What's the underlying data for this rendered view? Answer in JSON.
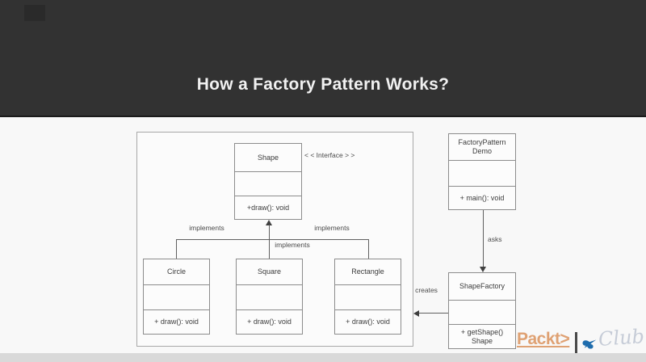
{
  "slide": {
    "title": "How a Factory Pattern Works?"
  },
  "diagram": {
    "interface_label": "< < Interface > >",
    "classes": {
      "shape": {
        "name": "Shape",
        "method": "+draw(): void"
      },
      "circle": {
        "name": "Circle",
        "method": "+ draw(): void"
      },
      "square": {
        "name": "Square",
        "method": "+ draw(): void"
      },
      "rectangle": {
        "name": "Rectangle",
        "method": "+ draw(): void"
      },
      "factory_pattern_demo": {
        "name_line1": "FactoryPattern",
        "name_line2": "Demo",
        "method": "+ main(): void"
      },
      "shape_factory": {
        "name": "ShapeFactory",
        "method_line1": "+ getShape()",
        "method_line2": "Shape"
      }
    },
    "relations": {
      "implements_left": "implements",
      "implements_center": "implements",
      "implements_right": "implements",
      "asks": "asks",
      "creates": "creates"
    }
  },
  "watermark": {
    "brand": "Packt>",
    "script": "Club"
  },
  "colors": {
    "header_bg": "#323232",
    "body_bg": "#f8f8f8",
    "bottom_strip": "#d9d9d9",
    "box_border": "#8c8c8c",
    "outer_border": "#a8a8a8",
    "brand_orange": "#dfa173",
    "bird_blue": "#1e6cad",
    "script_gray": "#c6ccd7"
  }
}
